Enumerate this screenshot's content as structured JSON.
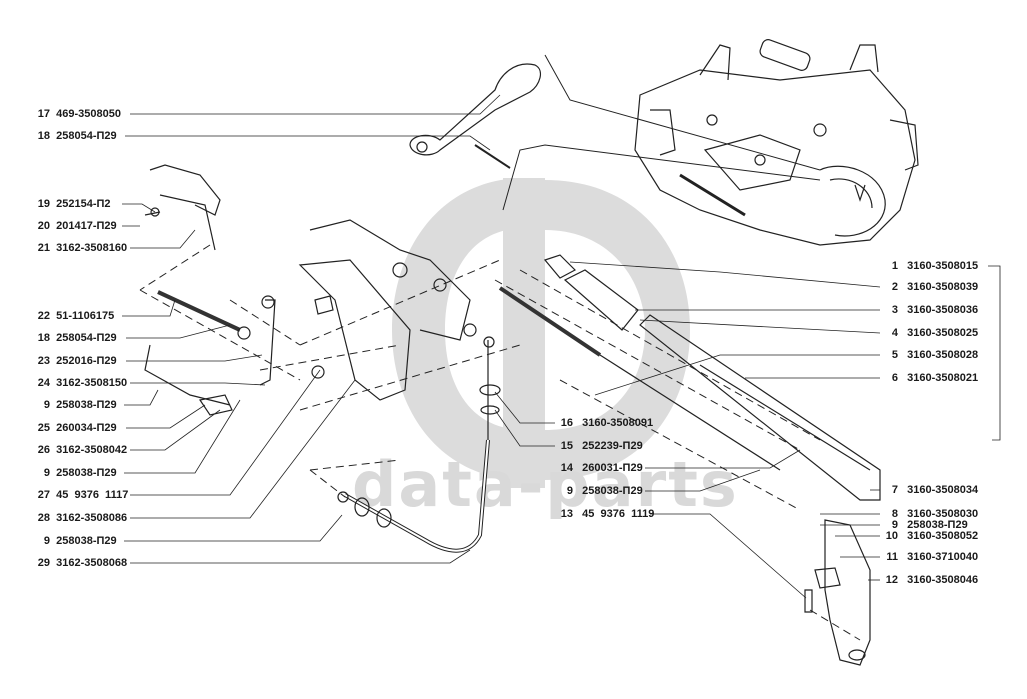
{
  "watermark": {
    "logo": "GD",
    "text": "data-parts",
    "color": "#d6d6d6"
  },
  "callouts_left": [
    {
      "num": "17",
      "code": "469-3508050"
    },
    {
      "num": "18",
      "code": "258054-П29"
    },
    {
      "num": "19",
      "code": "252154-П2"
    },
    {
      "num": "20",
      "code": "201417-П29"
    },
    {
      "num": "21",
      "code": "3162-3508160"
    },
    {
      "num": "22",
      "code": "51-1106175"
    },
    {
      "num": "18",
      "code": "258054-П29"
    },
    {
      "num": "23",
      "code": "252016-П29"
    },
    {
      "num": "24",
      "code": "3162-3508150"
    },
    {
      "num": "9",
      "code": "258038-П29"
    },
    {
      "num": "25",
      "code": "260034-П29"
    },
    {
      "num": "26",
      "code": "3162-3508042"
    },
    {
      "num": "9",
      "code": "258038-П29"
    },
    {
      "num": "27",
      "code": "45  9376  1117"
    },
    {
      "num": "28",
      "code": "3162-3508086"
    },
    {
      "num": "9",
      "code": "258038-П29"
    },
    {
      "num": "29",
      "code": "3162-3508068"
    }
  ],
  "callouts_center": [
    {
      "num": "16",
      "code": "3160-3508091"
    },
    {
      "num": "15",
      "code": "252239-П29"
    },
    {
      "num": "14",
      "code": "260031-П29"
    },
    {
      "num": "9",
      "code": "258038-П29"
    },
    {
      "num": "13",
      "code": "45  9376  1119"
    }
  ],
  "callouts_right": [
    {
      "num": "1",
      "code": "3160-3508015"
    },
    {
      "num": "2",
      "code": "3160-3508039"
    },
    {
      "num": "3",
      "code": "3160-3508036"
    },
    {
      "num": "4",
      "code": "3160-3508025"
    },
    {
      "num": "5",
      "code": "3160-3508028"
    },
    {
      "num": "6",
      "code": "3160-3508021"
    },
    {
      "num": "7",
      "code": "3160-3508034"
    },
    {
      "num": "8",
      "code": "3160-3508030"
    },
    {
      "num": "9",
      "code": "258038-П29"
    },
    {
      "num": "10",
      "code": "3160-3508052"
    },
    {
      "num": "11",
      "code": "3160-3710040"
    },
    {
      "num": "12",
      "code": "3160-3508046"
    }
  ]
}
